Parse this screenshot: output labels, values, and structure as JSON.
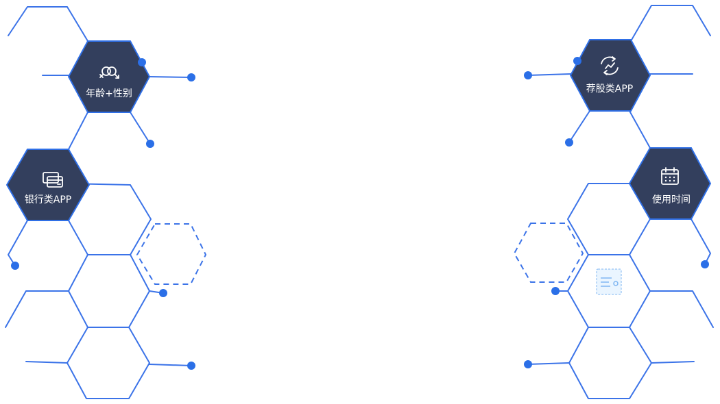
{
  "nodes": [
    {
      "id": "age-gender",
      "label": "年龄+性别",
      "icon": "gender-icon"
    },
    {
      "id": "bank-app",
      "label": "银行类APP",
      "icon": "cards-icon"
    },
    {
      "id": "stock-app",
      "label": "荐股类APP",
      "icon": "stock-trend-icon"
    },
    {
      "id": "usage-time",
      "label": "使用时间",
      "icon": "calendar-icon"
    }
  ],
  "colors": {
    "node_fill": "#333f5d",
    "edge": "#3b73e8",
    "dot": "#2b6fe7",
    "label": "#ffffff"
  }
}
